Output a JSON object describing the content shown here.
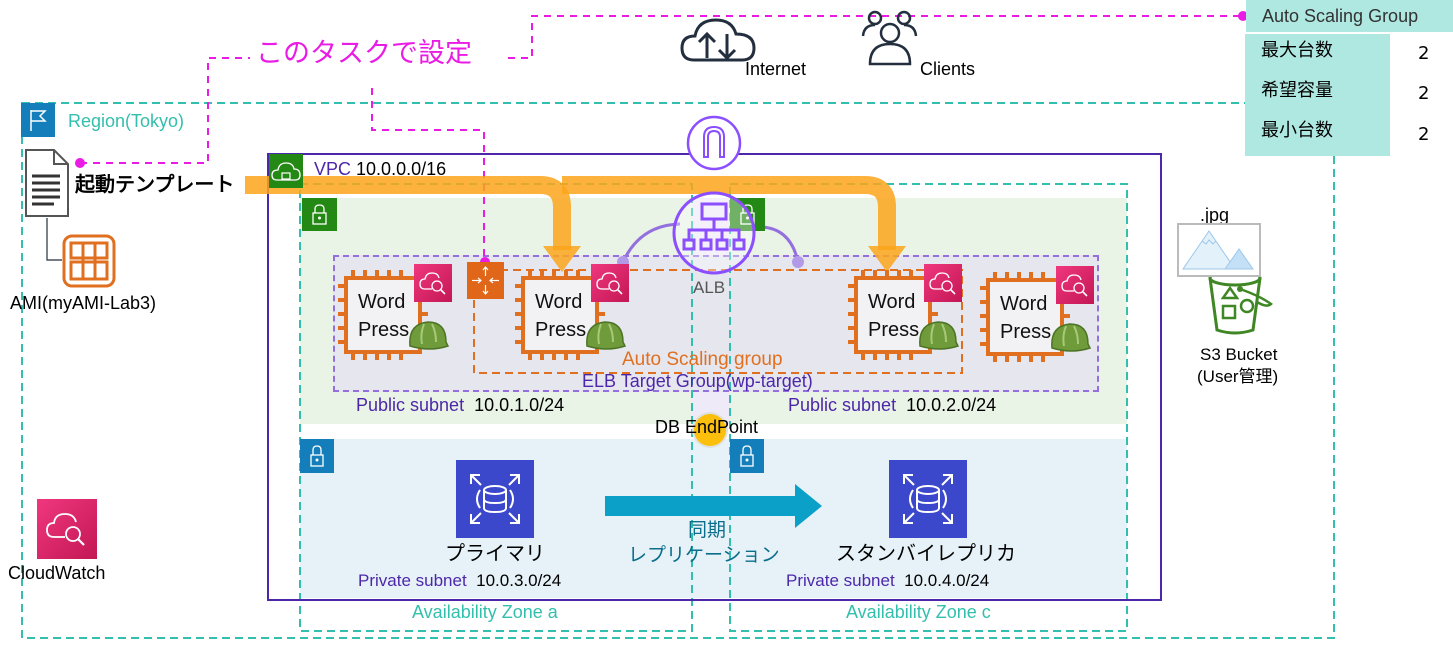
{
  "annotation": {
    "label": "このタスクで設定",
    "color": "#e91be4"
  },
  "top": {
    "internet_label": "Internet",
    "clients_label": "Clients"
  },
  "asg_settings": {
    "title": "Auto Scaling Group",
    "rows": [
      {
        "label": "最大台数",
        "value": "2"
      },
      {
        "label": "希望容量",
        "value": "2"
      },
      {
        "label": "最小台数",
        "value": "2"
      }
    ],
    "bg_color": "#aee8e0"
  },
  "region": {
    "label": "Region(Tokyo)",
    "color": "#33bfad"
  },
  "launch_template": {
    "label": "起動テンプレート"
  },
  "ami": {
    "label": "AMI(myAMI-Lab3)"
  },
  "vpc": {
    "name": "VPC",
    "cidr": "10.0.0.0/16",
    "color": "#4d27aa"
  },
  "alb": {
    "label": "ALB"
  },
  "public_subnets": [
    {
      "label": "Public subnet",
      "cidr": "10.0.1.0/24"
    },
    {
      "label": "Public subnet",
      "cidr": "10.0.2.0/24"
    }
  ],
  "private_subnets": [
    {
      "label": "Private subnet",
      "cidr": "10.0.3.0/24"
    },
    {
      "label": "Private subnet",
      "cidr": "10.0.4.0/24"
    }
  ],
  "instances": [
    {
      "line1": "Word",
      "line2": "Press"
    },
    {
      "line1": "Word",
      "line2": "Press"
    },
    {
      "line1": "Word",
      "line2": "Press"
    },
    {
      "line1": "Word",
      "line2": "Press"
    }
  ],
  "auto_scaling_group": {
    "label": "Auto Scaling group",
    "color": "#e07020"
  },
  "elb_target_group": {
    "label": "ELB Target Group(wp-target)"
  },
  "db_endpoint": {
    "label": "DB EndPoint"
  },
  "rds": {
    "primary_label": "プライマリ",
    "standby_label": "スタンバイレプリカ",
    "replication_line1": "同期",
    "replication_line2": "レプリケーション"
  },
  "availability_zones": [
    {
      "label": "Availability Zone a"
    },
    {
      "label": "Availability Zone c"
    }
  ],
  "s3": {
    "file_label": ".jpg",
    "line1": "S3 Bucket",
    "line2": "(User管理)"
  },
  "cloudwatch": {
    "label": "CloudWatch"
  }
}
